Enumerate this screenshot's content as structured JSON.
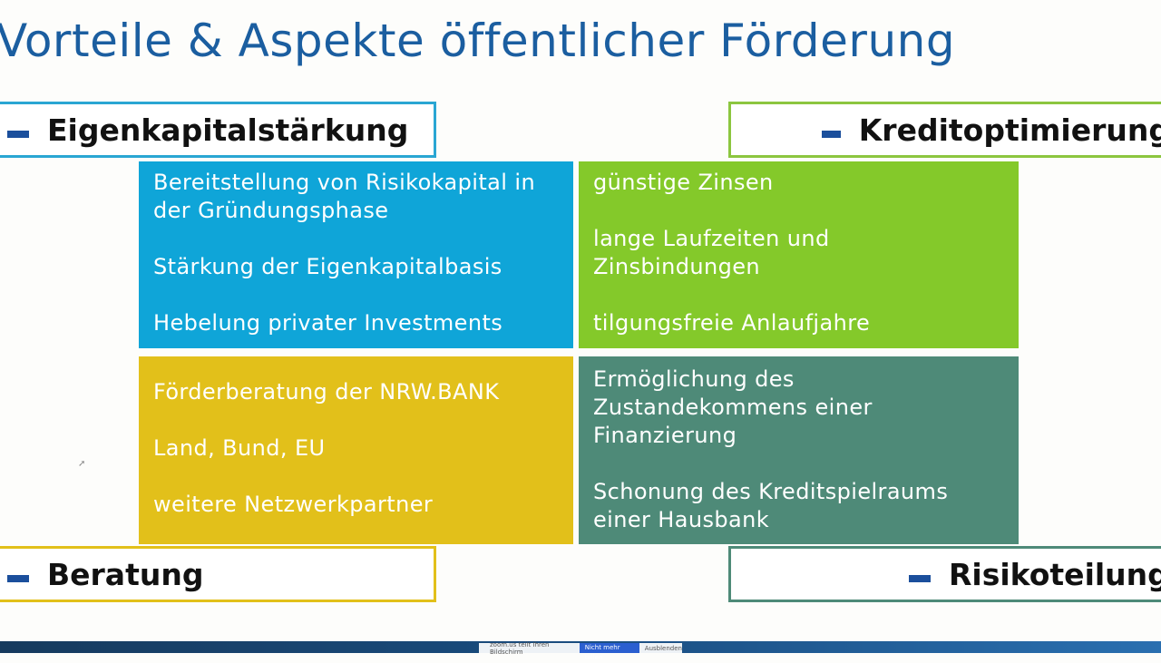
{
  "title": "Vorteile & Aspekte öffentlicher Förderung",
  "sections": {
    "eigenkapital": {
      "heading": "Eigenkapitalstärkung",
      "items": [
        "Bereitstellung von Risikokapital in der Gründungsphase",
        "Stärkung der Eigenkapitalbasis",
        "Hebelung privater Investments"
      ],
      "color": "#0fa5d8"
    },
    "kredit": {
      "heading": "Kreditoptimierung",
      "items": [
        "günstige Zinsen",
        "lange Laufzeiten und Zinsbindungen",
        "tilgungsfreie Anlaufjahre"
      ],
      "color": "#84c92a"
    },
    "beratung": {
      "heading": "Beratung",
      "items": [
        "Förderberatung der NRW.BANK",
        "Land, Bund, EU",
        "weitere Netzwerkpartner"
      ],
      "color": "#e2c01a"
    },
    "risiko": {
      "heading": "Risikoteilung",
      "items": [
        "Ermöglichung des Zustandekommens einer Finanzierung",
        "Schonung des Kreditspielraums einer Hausbank"
      ],
      "color": "#4e8a78"
    }
  },
  "share_bar": {
    "message": "zoom.us teilt Ihren Bildschirm",
    "stop": "Nicht mehr teilen",
    "hide": "Ausblenden"
  }
}
